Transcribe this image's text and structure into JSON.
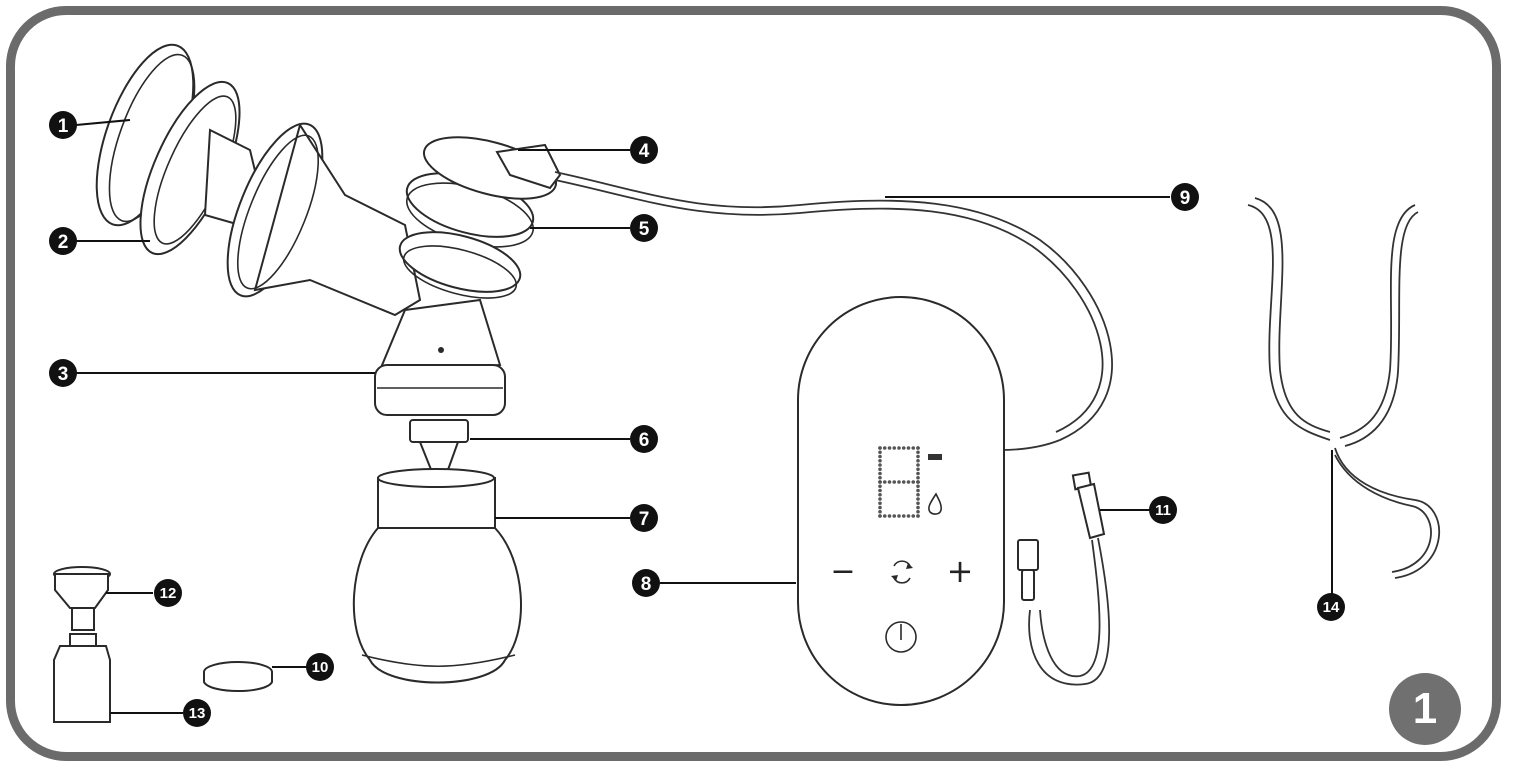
{
  "figure_number": "1",
  "callouts": [
    {
      "label": "1"
    },
    {
      "label": "2"
    },
    {
      "label": "3"
    },
    {
      "label": "4"
    },
    {
      "label": "5"
    },
    {
      "label": "6"
    },
    {
      "label": "7"
    },
    {
      "label": "8"
    },
    {
      "label": "9"
    },
    {
      "label": "10"
    },
    {
      "label": "11"
    },
    {
      "label": "12"
    },
    {
      "label": "13"
    },
    {
      "label": "14"
    }
  ],
  "control_unit": {
    "display_digit": "8",
    "minus_symbol": "−",
    "plus_symbol": "+",
    "icons": [
      "mode-cycle-icon",
      "power-icon",
      "droplet-icon",
      "level-bar-icon"
    ]
  }
}
